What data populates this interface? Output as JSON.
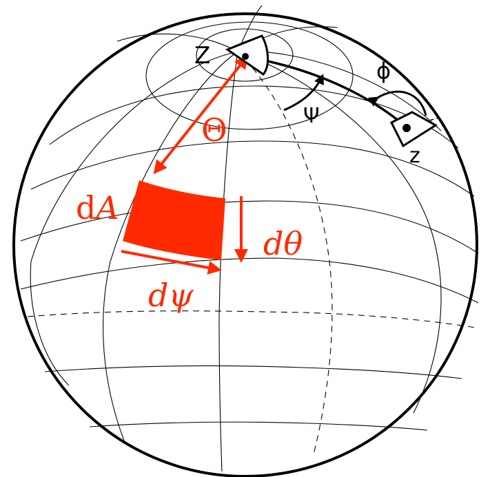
{
  "labels": {
    "z_top": "Z",
    "z_side": "z",
    "phi": "ϕ",
    "psi_upper": "Ψ",
    "theta_upper": "Θ",
    "dA_d": "d",
    "dA_A": "A",
    "dtheta": "dθ",
    "dpsi": "dψ"
  },
  "colors": {
    "accent": "#ff2a00",
    "line": "#000000",
    "background": "#ffffff"
  },
  "icons": [
    "cone-marker-top",
    "cone-marker-side"
  ]
}
